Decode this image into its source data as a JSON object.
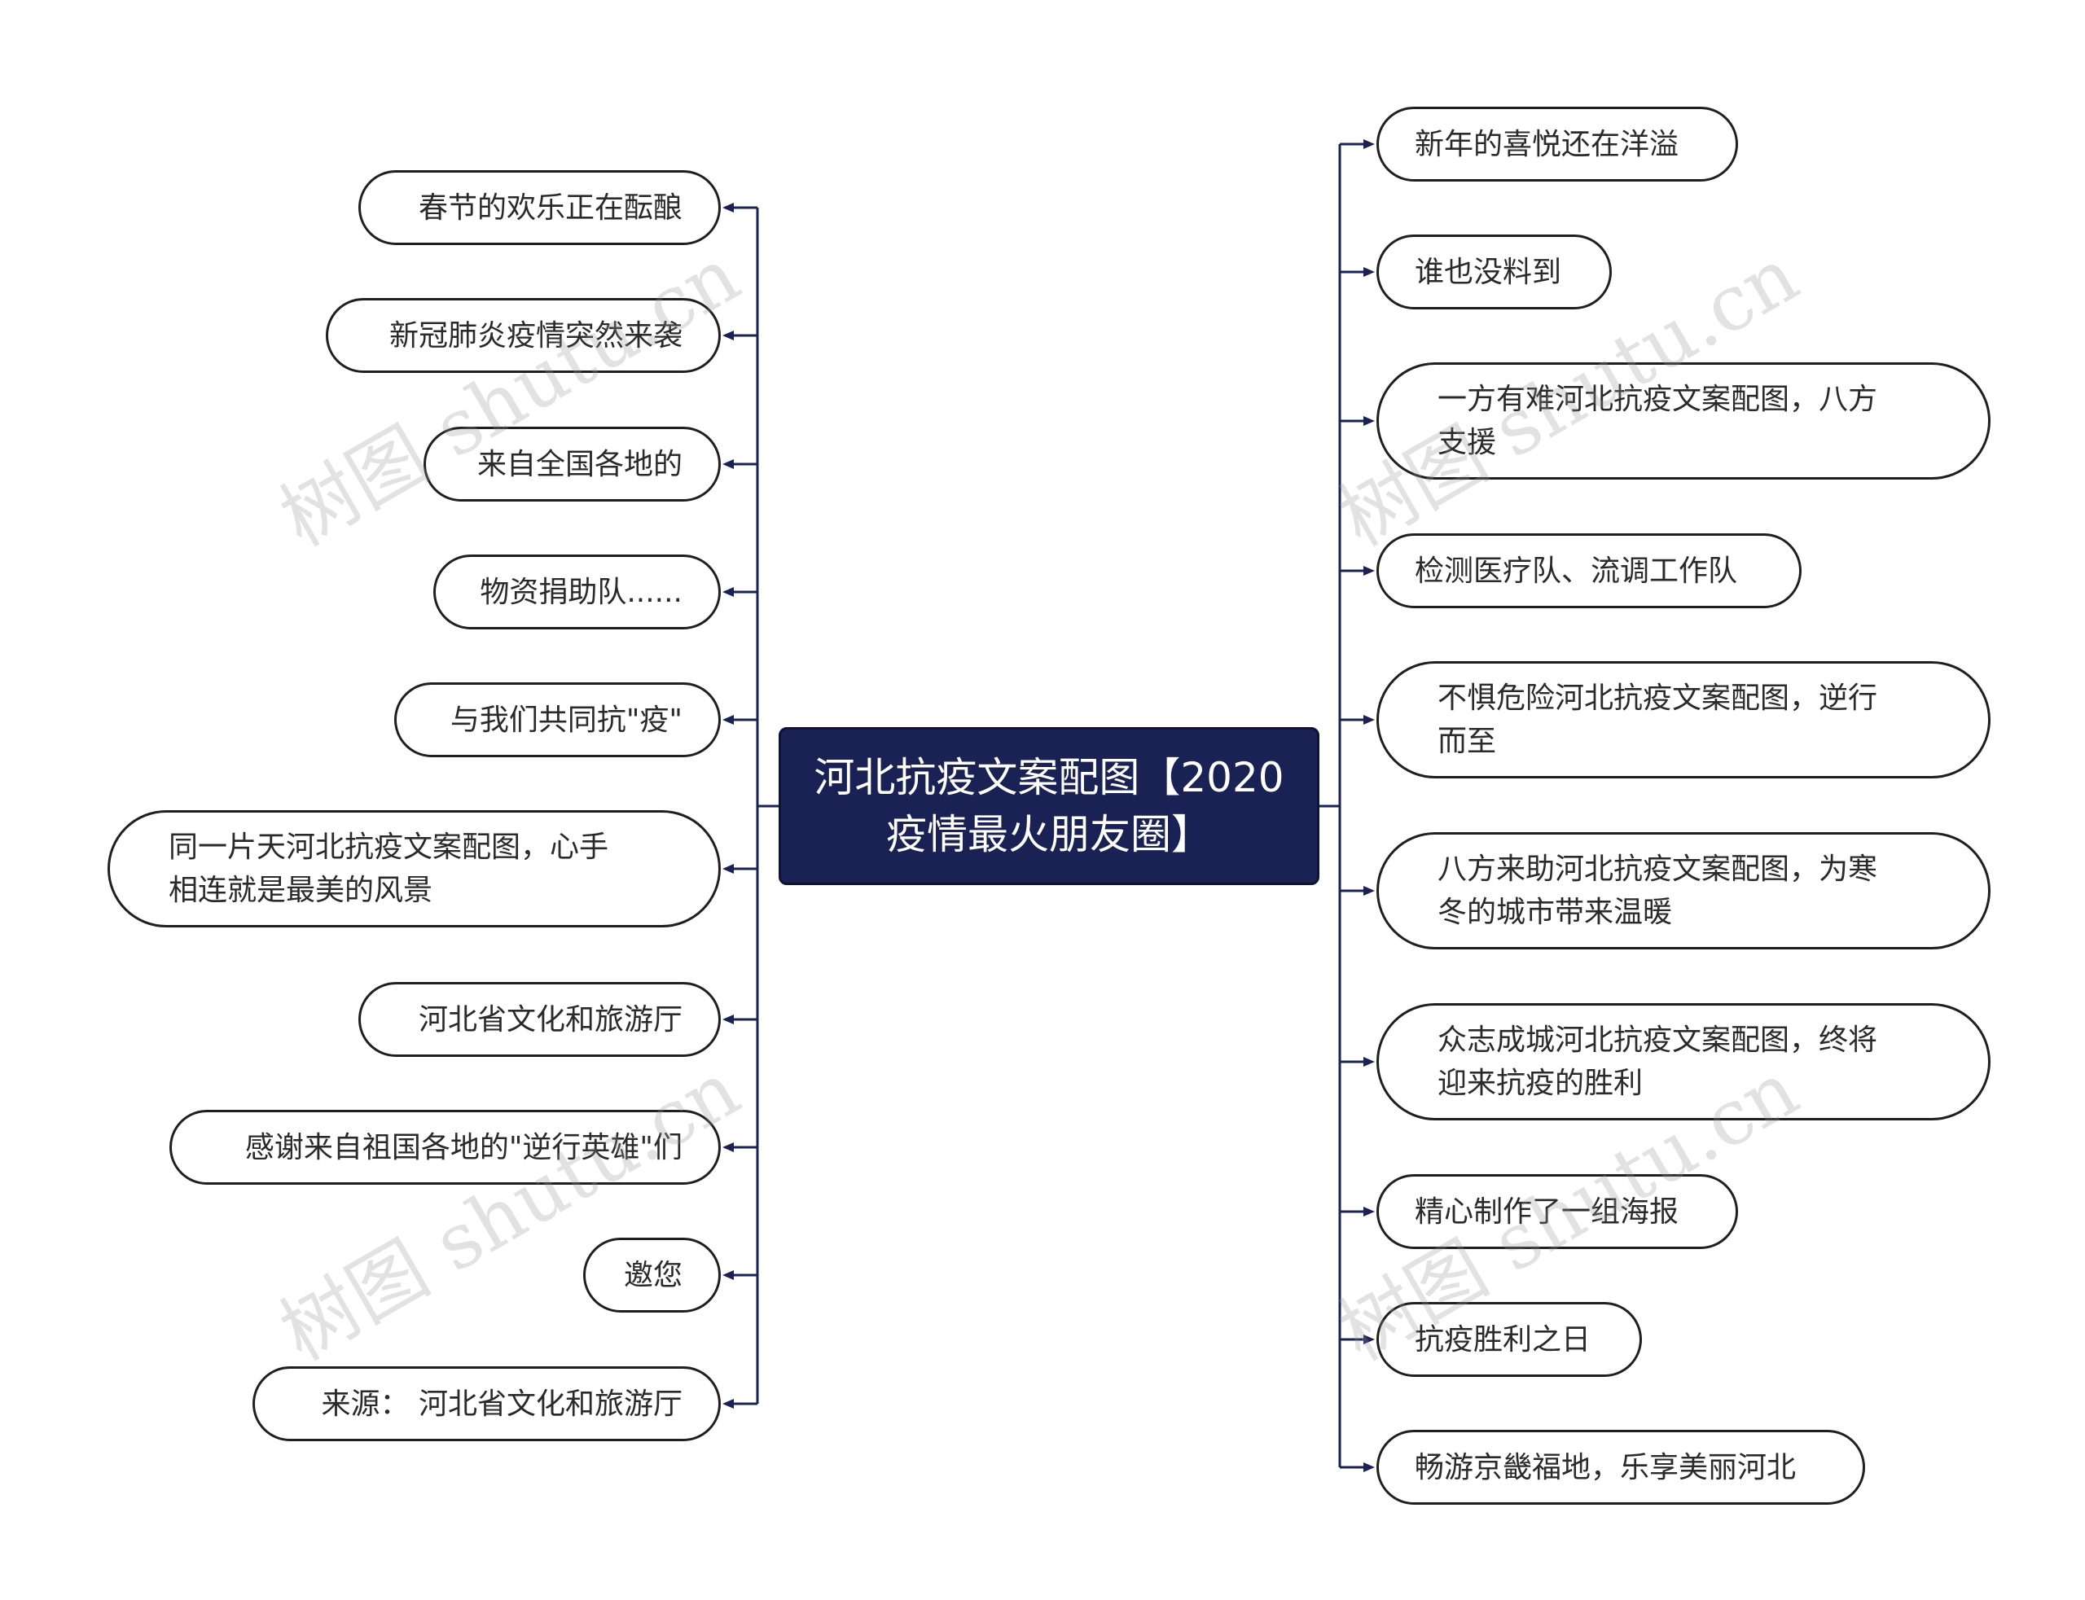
{
  "center": {
    "title": "河北抗疫文案配图【2020疫情最火朋友圈】"
  },
  "left_branches": [
    "春节的欢乐正在酝酿",
    "新冠肺炎疫情突然来袭",
    "来自全国各地的",
    "物资捐助队......",
    "与我们共同抗\"疫\"",
    "同一片天河北抗疫文案配图，心手\n相连就是最美的风景",
    "河北省文化和旅游厅",
    "感谢来自祖国各地的\"逆行英雄\"们",
    "邀您",
    "来源： 河北省文化和旅游厅"
  ],
  "right_branches": [
    "新年的喜悦还在洋溢",
    "谁也没料到",
    "一方有难河北抗疫文案配图，八方\n支援",
    "检测医疗队、流调工作队",
    "不惧危险河北抗疫文案配图，逆行\n而至",
    "八方来助河北抗疫文案配图，为寒\n冬的城市带来温暖",
    "众志成城河北抗疫文案配图，终将\n迎来抗疫的胜利",
    "精心制作了一组海报",
    "抗疫胜利之日",
    "畅游京畿福地，乐享美丽河北"
  ],
  "watermark": "树图 shutu.cn",
  "colors": {
    "line": "#1a2155",
    "center_fill": "#1a2155",
    "node_border": "#1f1f1f"
  }
}
